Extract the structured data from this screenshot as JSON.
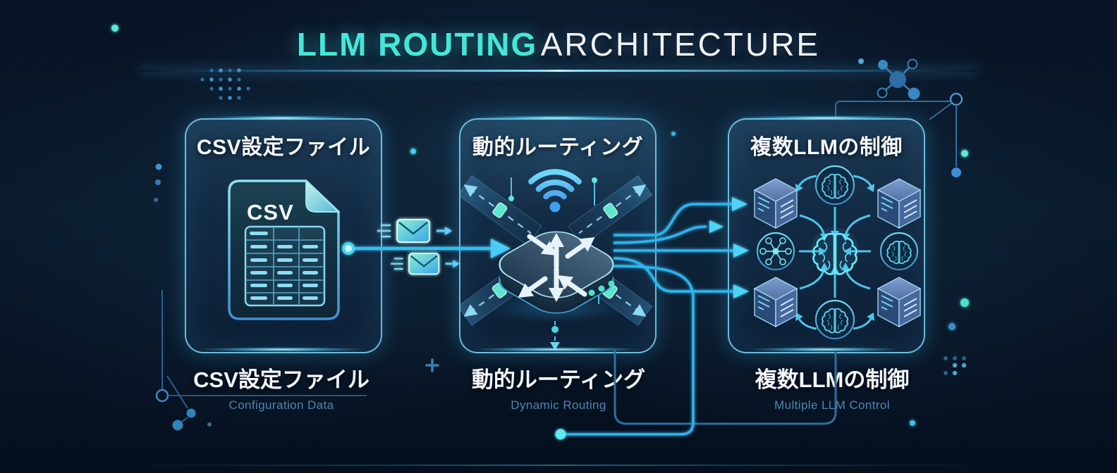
{
  "header": {
    "title_highlight": "LLM ROUTING",
    "title_rest": "ARCHITECTURE"
  },
  "panels": [
    {
      "title": "CSV設定ファイル",
      "file_label": "CSV",
      "caption_jp": "CSV設定ファイル",
      "caption_en": "Configuration Data"
    },
    {
      "title": "動的ルーティング",
      "caption_jp": "動的ルーティング",
      "caption_en": "Dynamic Routing"
    },
    {
      "title": "複数LLMの制御",
      "caption_jp": "複数LLMの制御",
      "caption_en": "Multiple LLM Control"
    }
  ],
  "colors": {
    "background": "#081525",
    "accent_cyan": "#45e6da",
    "line_cyan": "#35c2f0",
    "panel_border": "#7dd6f5",
    "caption_en_color": "#4e86b0",
    "title_white": "#edf3f8"
  }
}
